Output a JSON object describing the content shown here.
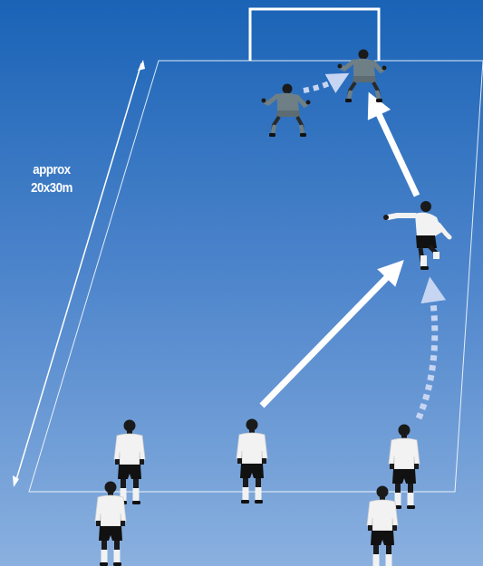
{
  "diagram": {
    "dimension_label_line1": "approx",
    "dimension_label_line2": "20x30m",
    "colors": {
      "background_top": "#1a63b6",
      "background_bottom": "#8ab0df",
      "pitch_lines": "#ffffff",
      "pass_arrow": "#ffffff",
      "run_arrow": "#c6d5f2",
      "attacker_shirt": "#f2f2f2",
      "attacker_shorts": "#111111",
      "goalkeeper_kit": "#6e7f86",
      "skin": "#1a1a1a"
    },
    "players": [
      {
        "role": "goalkeeper",
        "count": 2
      },
      {
        "role": "attacker",
        "count": 6
      }
    ],
    "icons": [
      "goal-icon",
      "double-arrow-icon",
      "pass-arrow-icon",
      "run-arrow-icon",
      "player-icon"
    ]
  }
}
